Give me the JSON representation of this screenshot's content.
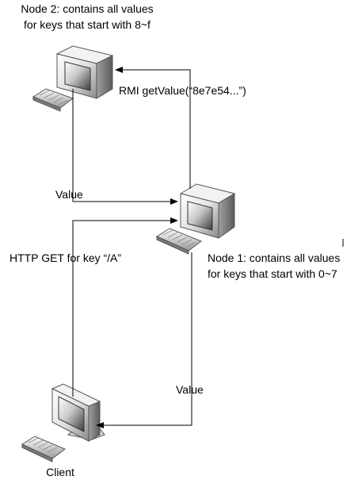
{
  "nodes": {
    "node2": {
      "description_line1": "Node 2: contains all values",
      "description_line2": "for keys that start with 8~f",
      "icon": "computer-icon"
    },
    "node1": {
      "description_line1": "Node 1: contains all values",
      "description_line2": "for keys that start with 0~7",
      "icon": "computer-icon"
    },
    "client": {
      "label": "Client",
      "icon": "desktop-computer-icon"
    }
  },
  "edges": {
    "rmi_call": "RMI getValue(“8e7e54...”)",
    "node2_value": "Value",
    "http_get": "HTTP GET for key “/A”",
    "node1_value": "Value"
  },
  "colors": {
    "line": "#000000",
    "case_light": "#f0f0f0",
    "case_dark": "#6a6a6a",
    "screen": "#4a4a4a"
  }
}
